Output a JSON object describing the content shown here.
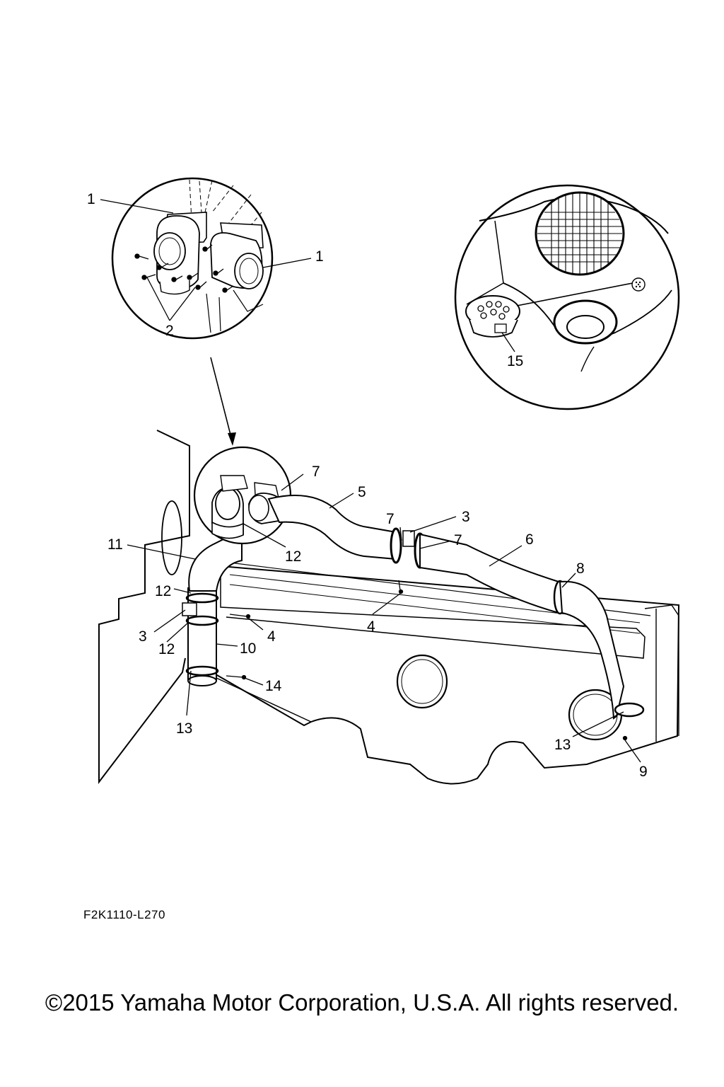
{
  "diagram": {
    "callouts": {
      "c1a": "1",
      "c1b": "1",
      "c2": "2",
      "c15": "15",
      "c7a": "7",
      "c5": "5",
      "c7b": "7",
      "c3a": "3",
      "c7c": "7",
      "c6": "6",
      "c11": "11",
      "c12a": "12",
      "c12b": "12",
      "c8": "8",
      "c3b": "3",
      "c4a": "4",
      "c4b": "4",
      "c12c": "12",
      "c10": "10",
      "c14": "14",
      "c13a": "13",
      "c13b": "13",
      "c9": "9"
    }
  },
  "figure_id": "F2K1110-L270",
  "copyright": "©2015 Yamaha Motor Corporation, U.S.A. All rights reserved."
}
